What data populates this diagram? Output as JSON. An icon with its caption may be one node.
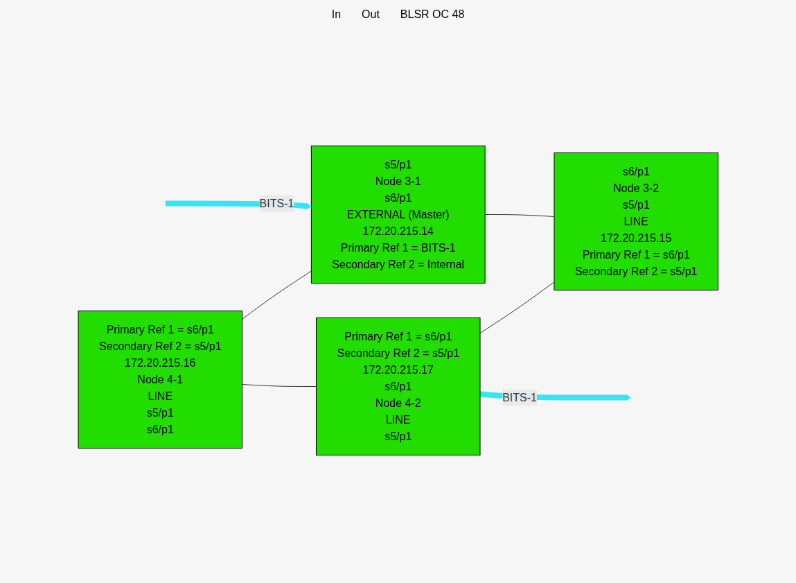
{
  "diagram": {
    "nodes": [
      {
        "text": [
          "Primary Ref 1 = s6/p1",
          "Secondary Ref 2 = s5/p1",
          "172.20.215.16",
          "Node 4-1",
          "LINE",
          "s5/p1",
          "s6/p1"
        ]
      },
      {
        "text": [
          "Primary Ref 1 = s6/p1",
          "Secondary Ref 2 = s5/p1",
          "172.20.215.17",
          "s6/p1",
          "Node 4-2",
          "LINE",
          "s5/p1"
        ]
      },
      {
        "text": [
          "s5/p1",
          "Node 3-1",
          "s6/p1",
          "EXTERNAL (Master)",
          "172.20.215.14",
          "Primary Ref 1 = BITS-1",
          "Secondary Ref 2 = Internal"
        ]
      },
      {
        "text": [
          "s6/p1",
          "Node 3-2",
          "s5/p1",
          "LINE",
          "172.20.215.15",
          "Primary Ref 1 = s6/p1",
          "Secondary Ref 2 = s5/p1"
        ]
      }
    ],
    "edges": [
      {
        "from": 0,
        "to": 1,
        "arrow": "none"
      },
      {
        "from": 0,
        "to": 2,
        "arrow": "none"
      },
      {
        "from": 1,
        "to": 3,
        "arrow": "none"
      },
      {
        "from": 2,
        "to": 3,
        "arrow": "none"
      },
      {
        "from": null,
        "to": 2,
        "arrow": "to",
        "label": "BITS-1",
        "style": "thick",
        "color": "#33e6f2"
      },
      {
        "from": 1,
        "to": null,
        "arrow": "to",
        "label": "BITS-1",
        "style": "thick",
        "color": "#33e6f2"
      }
    ],
    "labels": [
      "In",
      "Out",
      "BLSR OC 48"
    ]
  }
}
